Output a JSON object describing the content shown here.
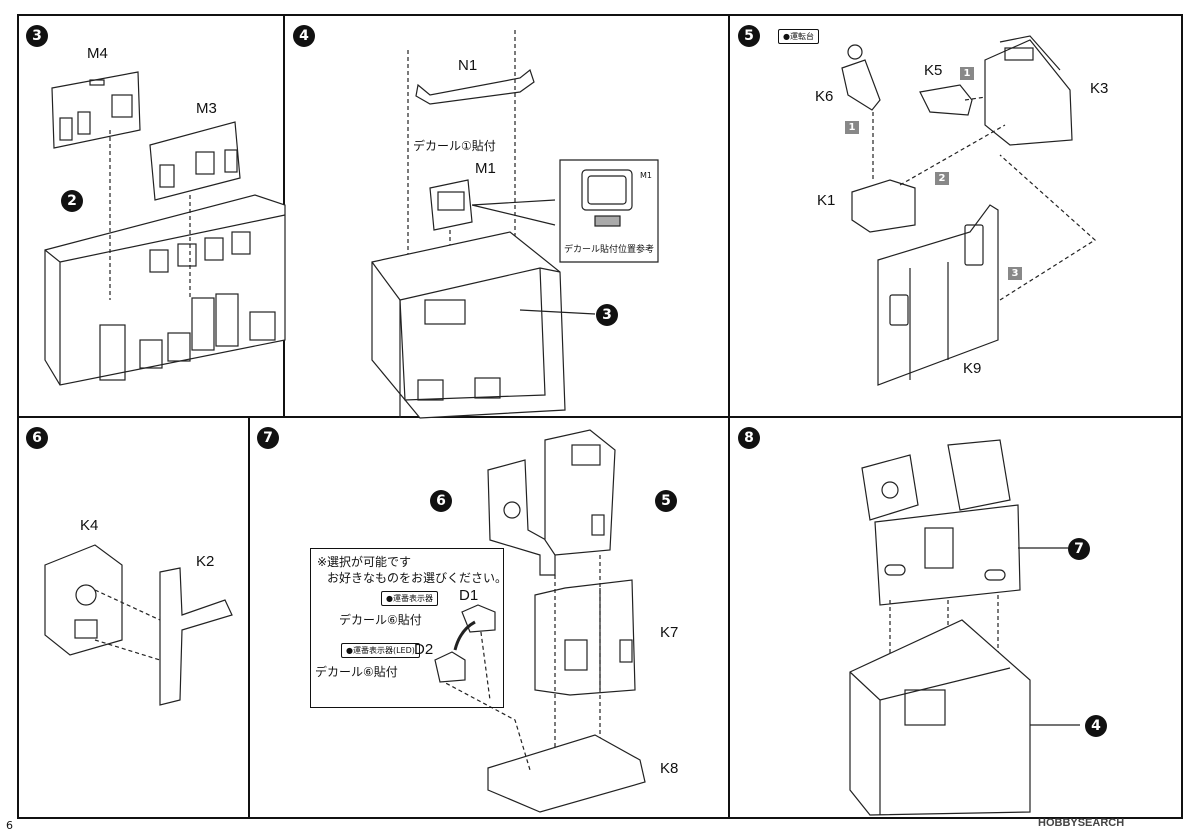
{
  "page_number": "6",
  "watermark": "HOBBYSEARCH",
  "steps": {
    "s3": {
      "number": "3",
      "parts": {
        "m4": "M4",
        "m3": "M3"
      },
      "ref": "2"
    },
    "s4": {
      "number": "4",
      "parts": {
        "n1": "N1",
        "m1": "M1"
      },
      "decal_note": "デカール①貼付",
      "inset_label": "M1",
      "inset_caption": "デカール貼付位置参考",
      "ref": "3"
    },
    "s5": {
      "number": "5",
      "tag": "●運転台",
      "parts": {
        "k6": "K6",
        "k5": "K5",
        "k3": "K3",
        "k1": "K1",
        "k9": "K9"
      },
      "order": [
        "1",
        "1",
        "2",
        "3"
      ]
    },
    "s6": {
      "number": "6",
      "parts": {
        "k4": "K4",
        "k2": "K2"
      }
    },
    "s7": {
      "number": "7",
      "ref_left": "6",
      "ref_right": "5",
      "note_line1": "※選択が可能です",
      "note_line2": "お好きなものをお選びください。",
      "option1_tag": "●運番表示器",
      "option1_part": "D1",
      "option1_decal": "デカール⑥貼付",
      "option2_tag": "●運番表示器(LED)",
      "option2_part": "D2",
      "option2_decal": "デカール⑥貼付",
      "parts": {
        "k7": "K7",
        "k8": "K8"
      }
    },
    "s8": {
      "number": "8",
      "ref_top": "7",
      "ref_bottom": "4"
    }
  }
}
